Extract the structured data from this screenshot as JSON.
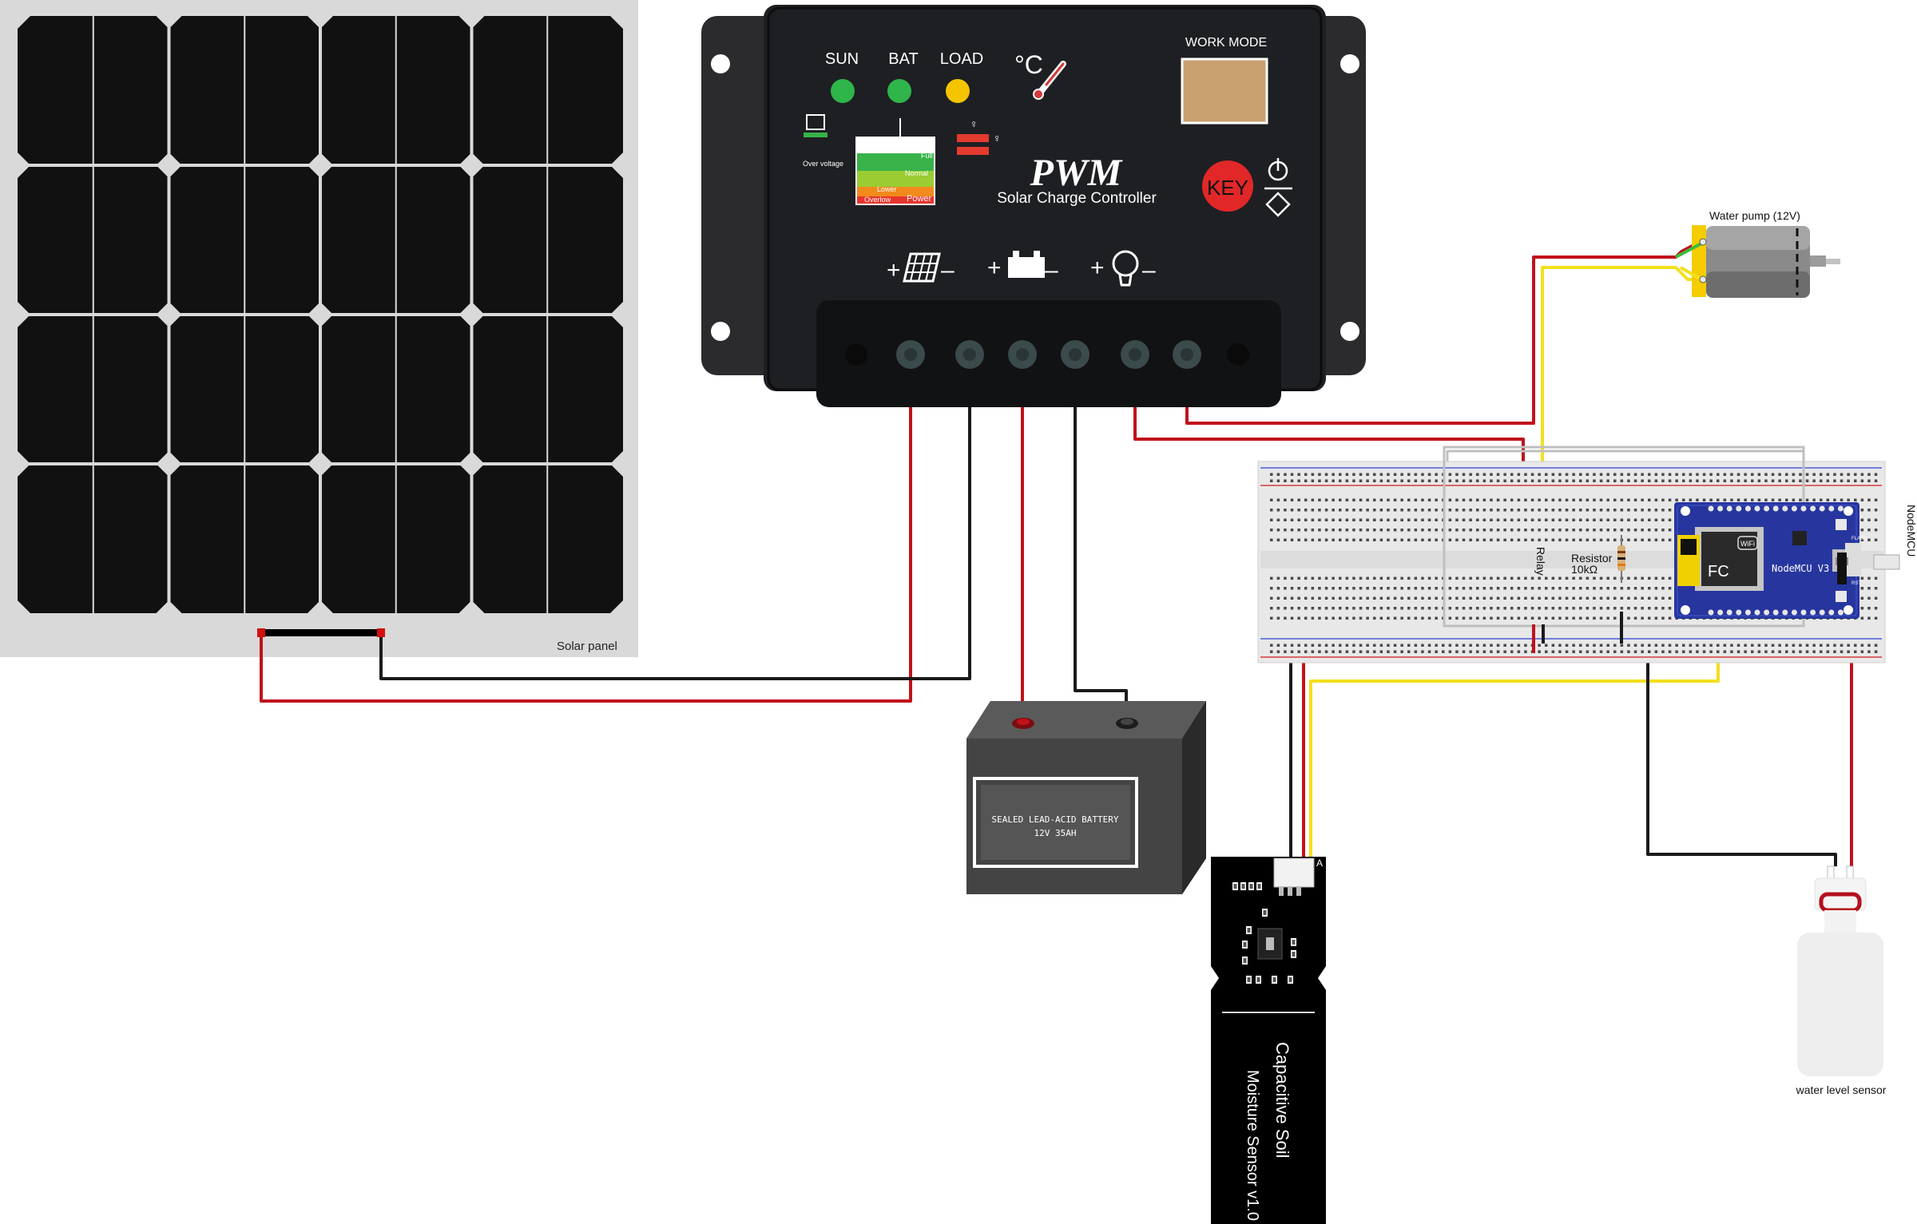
{
  "solar_panel": {
    "label": "Solar panel"
  },
  "controller": {
    "title": "PWM",
    "subtitle": "Solar Charge Controller",
    "work_mode": "WORK MODE",
    "key_label": "KEY",
    "temp_symbol": "°C",
    "indicators": [
      {
        "label": "SUN",
        "color": "#2fb54a"
      },
      {
        "label": "BAT",
        "color": "#2fb54a"
      },
      {
        "label": "LOAD",
        "color": "#f5c400"
      }
    ],
    "status_labels": {
      "over_voltage": "Over voltage",
      "full": "Full",
      "normal": "Normal",
      "lower": "Lower",
      "overlow": "Overlow",
      "power": "Power"
    }
  },
  "battery": {
    "line1": "SEALED LEAD-ACID BATTERY",
    "line2": "12V 35AH"
  },
  "pump": {
    "label": "Water pump (12V)"
  },
  "breadboard": {
    "relay_label": "Relay",
    "resistor_label": "Resistor",
    "resistor_value": "10kΩ"
  },
  "nodemcu": {
    "label": "NodeMCU",
    "board_text": "NodeMCU V3",
    "wifi": "WiFi",
    "fc": "FC",
    "flash": "FLASH",
    "rst": "RST"
  },
  "soil_sensor": {
    "line1": "Capacitive Soil",
    "line2": "Moisture Sensor v1.0",
    "pin_a": "A"
  },
  "water_sensor": {
    "label": "water level sensor"
  },
  "colors": {
    "wire_red": "#c0121c",
    "wire_black": "#1a1a1a",
    "wire_yellow": "#f2df1d",
    "wire_green": "#3dbb3d",
    "wire_gray": "#bfbfbf"
  }
}
